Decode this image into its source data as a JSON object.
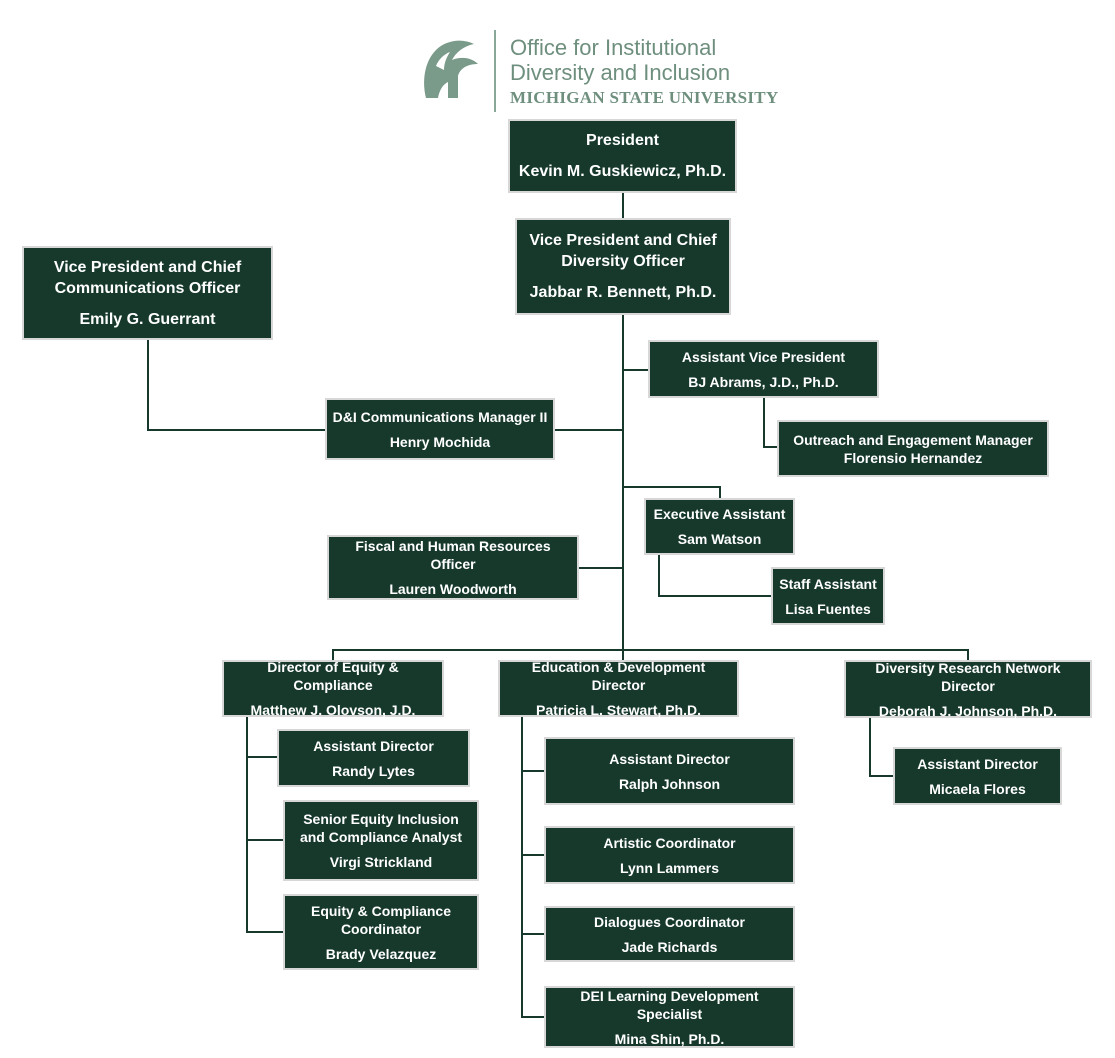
{
  "logo": {
    "line1": "Office for Institutional",
    "line2": "Diversity and Inclusion",
    "line3": "MICHIGAN STATE UNIVERSITY",
    "icon": "spartan-helmet-icon",
    "color": "#7a9a8a"
  },
  "colors": {
    "box": "#17392c",
    "line": "#17392c"
  },
  "nodes": {
    "president": {
      "title": "President",
      "name": "Kevin M. Guskiewicz, Ph.D."
    },
    "vp_cdo": {
      "title": "Vice President and Chief Diversity Officer",
      "name": "Jabbar R. Bennett, Ph.D."
    },
    "vp_cco": {
      "title": "Vice President and Chief Communications Officer",
      "name": "Emily G. Guerrant"
    },
    "avp": {
      "title": "Assistant Vice President",
      "name": "BJ Abrams, J.D., Ph.D."
    },
    "outreach": {
      "title": "Outreach and Engagement Manager",
      "name": "Florensio Hernandez"
    },
    "comms_mgr": {
      "title": "D&I Communications Manager II",
      "name": "Henry Mochida"
    },
    "exec_asst": {
      "title": "Executive Assistant",
      "name": "Sam Watson"
    },
    "staff_asst": {
      "title": "Staff Assistant",
      "name": "Lisa Fuentes"
    },
    "fiscal": {
      "title": "Fiscal and Human Resources Officer",
      "name": "Lauren Woodworth"
    },
    "equity_dir": {
      "title": "Director of Equity & Compliance",
      "name": "Matthew J. Olovson, J.D."
    },
    "edu_dir": {
      "title": "Education & Development Director",
      "name": "Patricia L. Stewart, Ph.D."
    },
    "drn_dir": {
      "title": "Diversity Research Network Director",
      "name": "Deborah J. Johnson, Ph.D."
    },
    "eq_asst_dir": {
      "title": "Assistant Director",
      "name": "Randy Lytes"
    },
    "eq_analyst": {
      "title": "Senior Equity Inclusion and Compliance Analyst",
      "name": "Virgi Strickland"
    },
    "eq_coord": {
      "title": "Equity & Compliance Coordinator",
      "name": "Brady Velazquez"
    },
    "edu_asst_dir": {
      "title": "Assistant Director",
      "name": "Ralph Johnson"
    },
    "artistic": {
      "title": "Artistic Coordinator",
      "name": "Lynn Lammers"
    },
    "dialogues": {
      "title": "Dialogues Coordinator",
      "name": "Jade Richards"
    },
    "dei_specialist": {
      "title": "DEI Learning Development Specialist",
      "name": "Mina Shin, Ph.D."
    },
    "drn_asst_dir": {
      "title": "Assistant Director",
      "name": "Micaela Flores"
    }
  },
  "edges": [
    [
      "president",
      "vp_cdo"
    ],
    [
      "vp_cdo",
      "avp"
    ],
    [
      "avp",
      "outreach"
    ],
    [
      "vp_cdo",
      "comms_mgr"
    ],
    [
      "vp_cco",
      "comms_mgr"
    ],
    [
      "vp_cdo",
      "exec_asst"
    ],
    [
      "exec_asst",
      "staff_asst"
    ],
    [
      "vp_cdo",
      "fiscal"
    ],
    [
      "vp_cdo",
      "equity_dir"
    ],
    [
      "vp_cdo",
      "edu_dir"
    ],
    [
      "vp_cdo",
      "drn_dir"
    ],
    [
      "equity_dir",
      "eq_asst_dir"
    ],
    [
      "equity_dir",
      "eq_analyst"
    ],
    [
      "equity_dir",
      "eq_coord"
    ],
    [
      "edu_dir",
      "edu_asst_dir"
    ],
    [
      "edu_dir",
      "artistic"
    ],
    [
      "edu_dir",
      "dialogues"
    ],
    [
      "edu_dir",
      "dei_specialist"
    ],
    [
      "drn_dir",
      "drn_asst_dir"
    ]
  ]
}
